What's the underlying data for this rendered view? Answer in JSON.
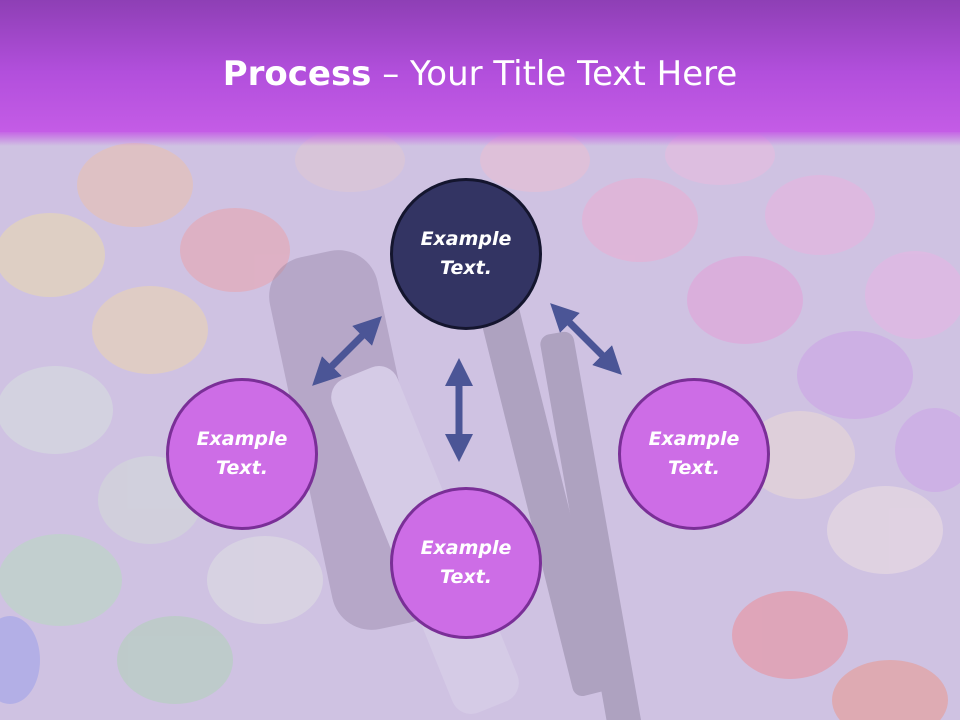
{
  "slide": {
    "title_bold": "Process",
    "title_rest": " – Your Title Text Here"
  },
  "nodes": {
    "top": "Example Text.",
    "left": "Example Text.",
    "bottom": "Example Text.",
    "right": "Example Text."
  },
  "colors": {
    "title_bar": "#b24fdc",
    "center_node": "#333463",
    "outer_node": "#cd6de6",
    "node_border": "#7a2f97",
    "arrow": "#4b5596"
  },
  "icons": [
    "double-arrow-icon"
  ]
}
